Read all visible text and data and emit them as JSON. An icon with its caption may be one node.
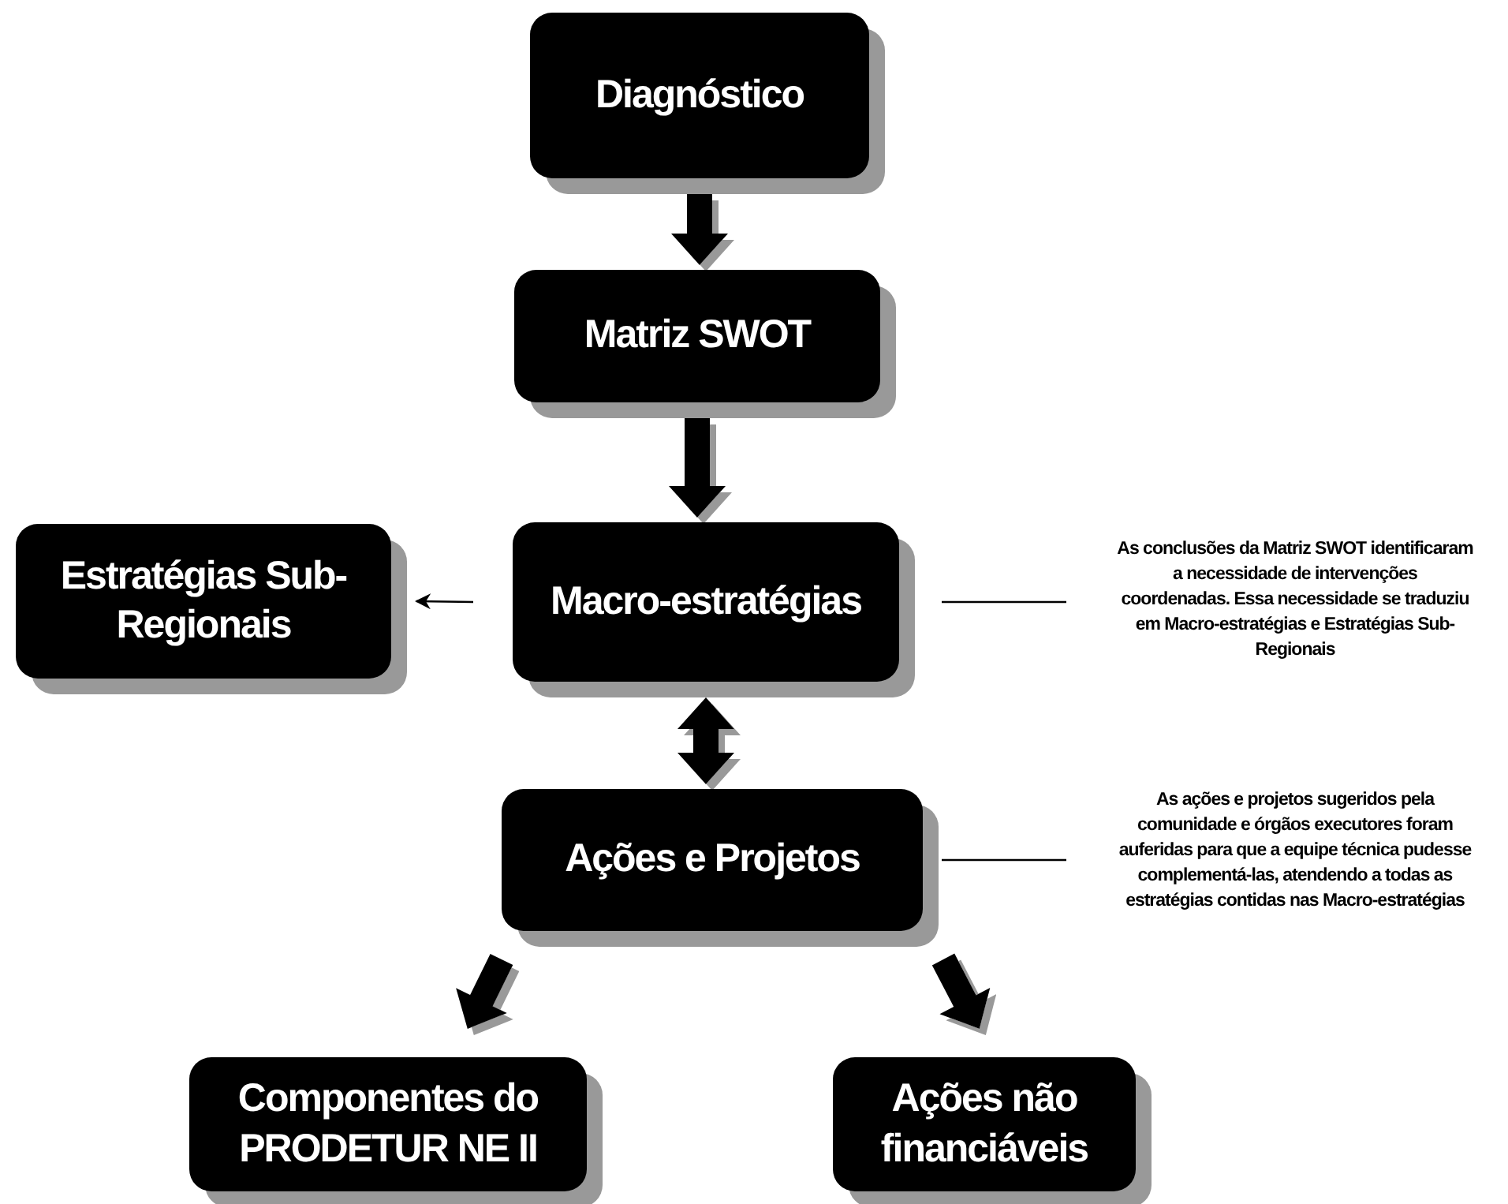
{
  "diagram": {
    "nodes": [
      {
        "text": [
          "Diagnóstico"
        ]
      },
      {
        "text": [
          "Matriz SWOT"
        ]
      },
      {
        "text": [
          "Macro-estratégias"
        ]
      },
      {
        "text": [
          "Estratégias Sub-Regionais"
        ]
      },
      {
        "text": [
          "Ações e Projetos"
        ]
      },
      {
        "text": [
          "Componentes do PRODETUR NE II"
        ]
      },
      {
        "text": [
          "Ações não financiáveis"
        ]
      },
      {
        "text": [
          "As conclusões da Matriz SWOT identificaram a necessidade de intervenções coordenadas. Essa necessidade se traduziu em Macro-estratégias e Estratégias Sub-Regionais"
        ]
      },
      {
        "text": [
          "As ações e projetos sugeridos pela comunidade e órgãos executores foram auferidas para que a equipe técnica pudesse complementá-las, atendendo a todas as estratégias contidas nas Macro-estratégias"
        ]
      }
    ],
    "edges": [
      {
        "from": 0,
        "to": 1,
        "arrow": "to",
        "style": "thick"
      },
      {
        "from": 1,
        "to": 2,
        "arrow": "to",
        "style": "thick"
      },
      {
        "from": 2,
        "to": 4,
        "arrow": "both",
        "style": "thick"
      },
      {
        "from": 2,
        "to": 3,
        "arrow": "to"
      },
      {
        "from": 4,
        "to": 5,
        "arrow": "to",
        "style": "thick"
      },
      {
        "from": 4,
        "to": 6,
        "arrow": "to",
        "style": "thick"
      },
      {
        "from": 2,
        "to": 7,
        "arrow": "none"
      },
      {
        "from": 4,
        "to": 8,
        "arrow": "none"
      }
    ]
  }
}
